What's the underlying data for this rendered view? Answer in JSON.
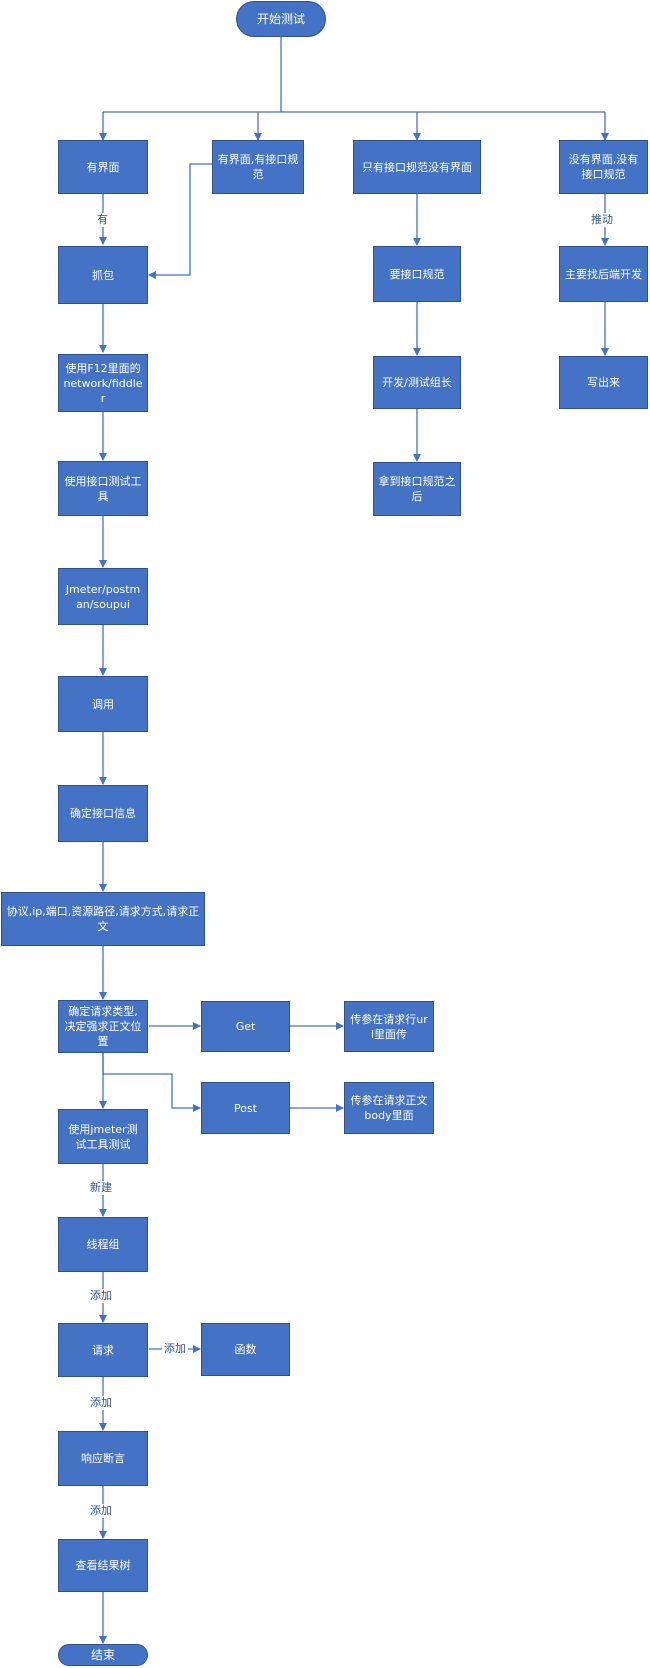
{
  "colors": {
    "node_fill": "#4472c4",
    "node_border": "#2f528f",
    "edge": "#4472c4",
    "text_on_node": "#ffffff",
    "edge_label_text": "#2f528f"
  },
  "nodes": {
    "start": "开始测试",
    "has_ui": "有界面",
    "has_ui_and_spec": "有界面,有接口规范",
    "only_spec_no_ui": "只有接口规范没有界面",
    "no_ui_no_spec": "没有界面,没有接口规范",
    "capture": "抓包",
    "request_spec": "要接口规范",
    "find_backend": "主要找后端开发",
    "use_f12": "使用F12里面的network/fiddler",
    "dev_test_lead": "开发/测试组长",
    "write_out": "写出来",
    "after_spec": "拿到接口规范之后",
    "use_test_tool": "使用接口测试工具",
    "tools": "Jmeter/postman/soupui",
    "invoke": "调用",
    "confirm_info": "确定接口信息",
    "protocol_info": "协议,ip,端口,资源路径,请求方式,请求正文",
    "decide_type": "确定请求类型,决定强求正文位置",
    "get": "Get",
    "get_param": "传参在请求行url里面传",
    "post": "Post",
    "post_param": "传参在请求正文body里面",
    "use_jmeter": "使用jmeter测试工具测试",
    "thread_group": "线程组",
    "request": "请求",
    "function": "函数",
    "assertion": "响应断言",
    "result_tree": "查看结果树",
    "end": "结束"
  },
  "edge_labels": {
    "has": "有",
    "push": "推动",
    "new": "新建",
    "add_1": "添加",
    "add_2": "添加",
    "add_3": "添加",
    "add_4": "添加"
  }
}
